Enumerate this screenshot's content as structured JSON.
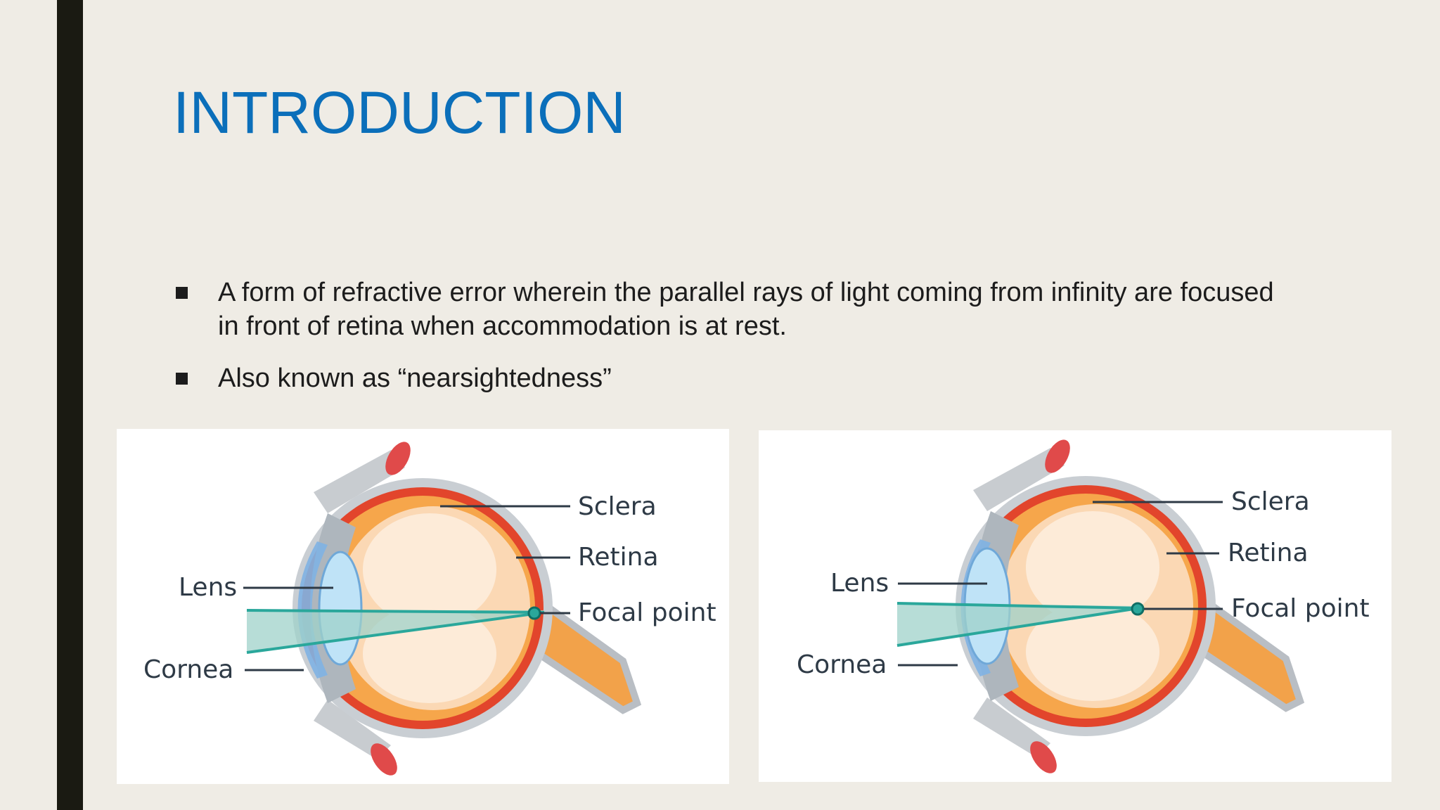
{
  "slide": {
    "title": "INTRODUCTION",
    "bullets": [
      "A form of refractive error wherein the parallel rays of light coming from infinity are focused in front of retina when accommodation is at rest.",
      "Also known as “nearsightedness”"
    ]
  },
  "figures": [
    {
      "labels": {
        "sclera": "Sclera",
        "retina": "Retina",
        "lens": "Lens",
        "focal_point": "Focal point",
        "cornea": "Cornea"
      }
    },
    {
      "labels": {
        "sclera": "Sclera",
        "retina": "Retina",
        "lens": "Lens",
        "focal_point": "Focal point",
        "cornea": "Cornea"
      }
    }
  ],
  "colors": {
    "title": "#0b6fba",
    "background": "#efece5",
    "side_bar": "#1a1a12",
    "light_ray": "#2aa79b"
  }
}
